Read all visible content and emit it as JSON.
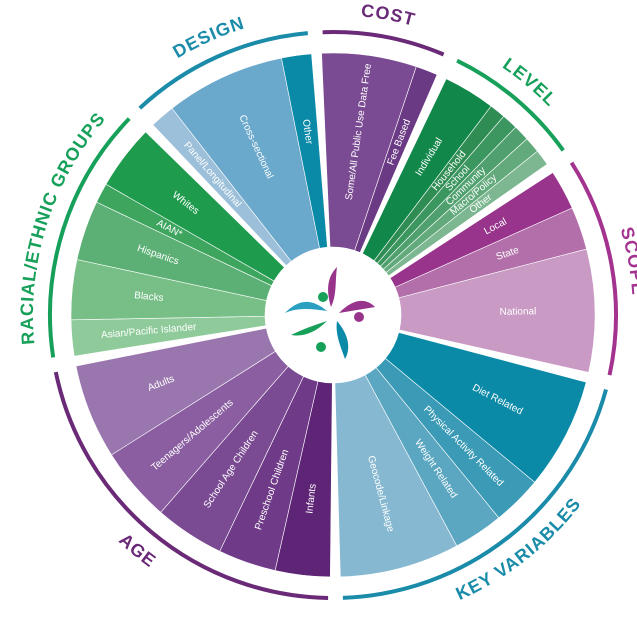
{
  "categories": [
    {
      "key": "cost",
      "label": "COST",
      "color": "#6a2a78",
      "segments": [
        {
          "label": "Some/All Public Use Data Free",
          "color": "#7a4a93",
          "value": 9.5
        },
        {
          "label": "Fee Based",
          "color": "#6b3a85",
          "value": 2.2
        }
      ]
    },
    {
      "key": "level",
      "label": "LEVEL",
      "color": "#16a05a",
      "segments": [
        {
          "label": "Individual",
          "color": "#11874a",
          "value": 5.2
        },
        {
          "label": "Household",
          "color": "#2f8d54",
          "value": 1.6
        },
        {
          "label": "School",
          "color": "#3c9660",
          "value": 1.6
        },
        {
          "label": "Community",
          "color": "#4fa06e",
          "value": 1.6
        },
        {
          "label": "Macro/Policy",
          "color": "#62aa7c",
          "value": 1.6
        },
        {
          "label": "Other",
          "color": "#7db791",
          "value": 1.6
        }
      ]
    },
    {
      "key": "scope",
      "label": "SCOPE",
      "color": "#a3338f",
      "segments": [
        {
          "label": "Local",
          "color": "#98348c",
          "value": 4.0
        },
        {
          "label": "State",
          "color": "#b26fa9",
          "value": 4.3
        },
        {
          "label": "National",
          "color": "#c99ac4",
          "value": 12.3
        }
      ]
    },
    {
      "key": "key_variables",
      "label": "KEY VARIABLES",
      "color": "#1a8ba8",
      "segments": [
        {
          "label": "Diet Related",
          "color": "#0b8aa8",
          "value": 11.2
        },
        {
          "label": "Physical Activity Related",
          "color": "#3b9ab6",
          "value": 5.0
        },
        {
          "label": "Weight Related",
          "color": "#5ba7c2",
          "value": 5.0
        },
        {
          "label": "Geocode/Linkage",
          "color": "#86b9d1",
          "value": 12.0
        }
      ]
    },
    {
      "key": "age",
      "label": "AGE",
      "color": "#6a2a78",
      "segments": [
        {
          "label": "Infants",
          "color": "#5e2476",
          "value": 5.5
        },
        {
          "label": "Preschool Children",
          "color": "#6f3a88",
          "value": 5.8
        },
        {
          "label": "School Age Children",
          "color": "#7a4a93",
          "value": 7.0
        },
        {
          "label": "Teenagers/Adolescents",
          "color": "#8a5ea0",
          "value": 7.5
        },
        {
          "label": "Adults",
          "color": "#9a76ae",
          "value": 9.5
        }
      ]
    },
    {
      "key": "racial_ethnic_groups",
      "label": "RACIAL/ETHNIC GROUPS",
      "color": "#16a05a",
      "segments": [
        {
          "label": "Asian/Pacific Islander",
          "color": "#8fcb9a",
          "value": 3.6
        },
        {
          "label": "Blacks",
          "color": "#77bf86",
          "value": 6.0
        },
        {
          "label": "Hispanics",
          "color": "#5cb075",
          "value": 6.0
        },
        {
          "label": "AIAN*",
          "color": "#3ea55f",
          "value": 2.0
        },
        {
          "label": "Whites",
          "color": "#1f9b4e",
          "value": 6.5
        }
      ]
    },
    {
      "key": "design",
      "label": "DESIGN",
      "color": "#1a8ba8",
      "segments": [
        {
          "label": "Panel/Longitudinal",
          "color": "#9dc0da",
          "value": 2.5
        },
        {
          "label": "Cross-sectional",
          "color": "#6aa8cc",
          "value": 12.0
        },
        {
          "label": "Other",
          "color": "#0b8aa8",
          "value": 3.0
        }
      ]
    }
  ],
  "logo": {
    "name": "star-figure-logo"
  }
}
